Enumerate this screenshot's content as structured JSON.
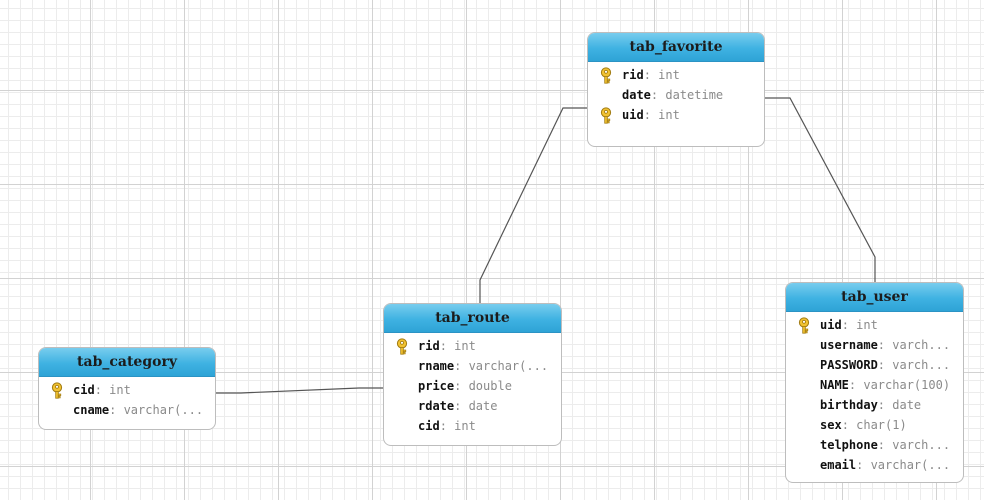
{
  "entities": [
    {
      "id": "tab_favorite",
      "name": "tab_favorite",
      "fields": [
        {
          "name": "rid",
          "type": ": int",
          "pk": true
        },
        {
          "name": "date",
          "type": ": datetime",
          "pk": false
        },
        {
          "name": "uid",
          "type": ": int",
          "pk": true
        }
      ]
    },
    {
      "id": "tab_route",
      "name": "tab_route",
      "fields": [
        {
          "name": "rid",
          "type": ": int",
          "pk": true
        },
        {
          "name": "rname",
          "type": ": varchar(...",
          "pk": false
        },
        {
          "name": "price",
          "type": ": double",
          "pk": false
        },
        {
          "name": "rdate",
          "type": ": date",
          "pk": false
        },
        {
          "name": "cid",
          "type": ": int",
          "pk": false
        }
      ]
    },
    {
      "id": "tab_category",
      "name": "tab_category",
      "fields": [
        {
          "name": "cid",
          "type": ": int",
          "pk": true
        },
        {
          "name": "cname",
          "type": ": varchar(...",
          "pk": false
        }
      ]
    },
    {
      "id": "tab_user",
      "name": "tab_user",
      "fields": [
        {
          "name": "uid",
          "type": ": int",
          "pk": true
        },
        {
          "name": "username",
          "type": ": varch...",
          "pk": false
        },
        {
          "name": "PASSWORD",
          "type": ": varch...",
          "pk": false
        },
        {
          "name": "NAME",
          "type": ": varchar(100)",
          "pk": false
        },
        {
          "name": "birthday",
          "type": ": date",
          "pk": false
        },
        {
          "name": "sex",
          "type": ": char(1)",
          "pk": false
        },
        {
          "name": "telphone",
          "type": ": varch...",
          "pk": false
        },
        {
          "name": "email",
          "type": ": varchar(...",
          "pk": false
        }
      ]
    }
  ],
  "relationships": [
    {
      "from": "tab_route",
      "to": "tab_favorite"
    },
    {
      "from": "tab_user",
      "to": "tab_favorite"
    },
    {
      "from": "tab_category",
      "to": "tab_route"
    }
  ],
  "colors": {
    "header": "#3fb2e2",
    "grid": "#d2d2d2",
    "line": "#555555",
    "key_fill": "#f2c230",
    "type_text": "#8a8a8a"
  },
  "icons": {
    "primary_key": "key-icon"
  }
}
